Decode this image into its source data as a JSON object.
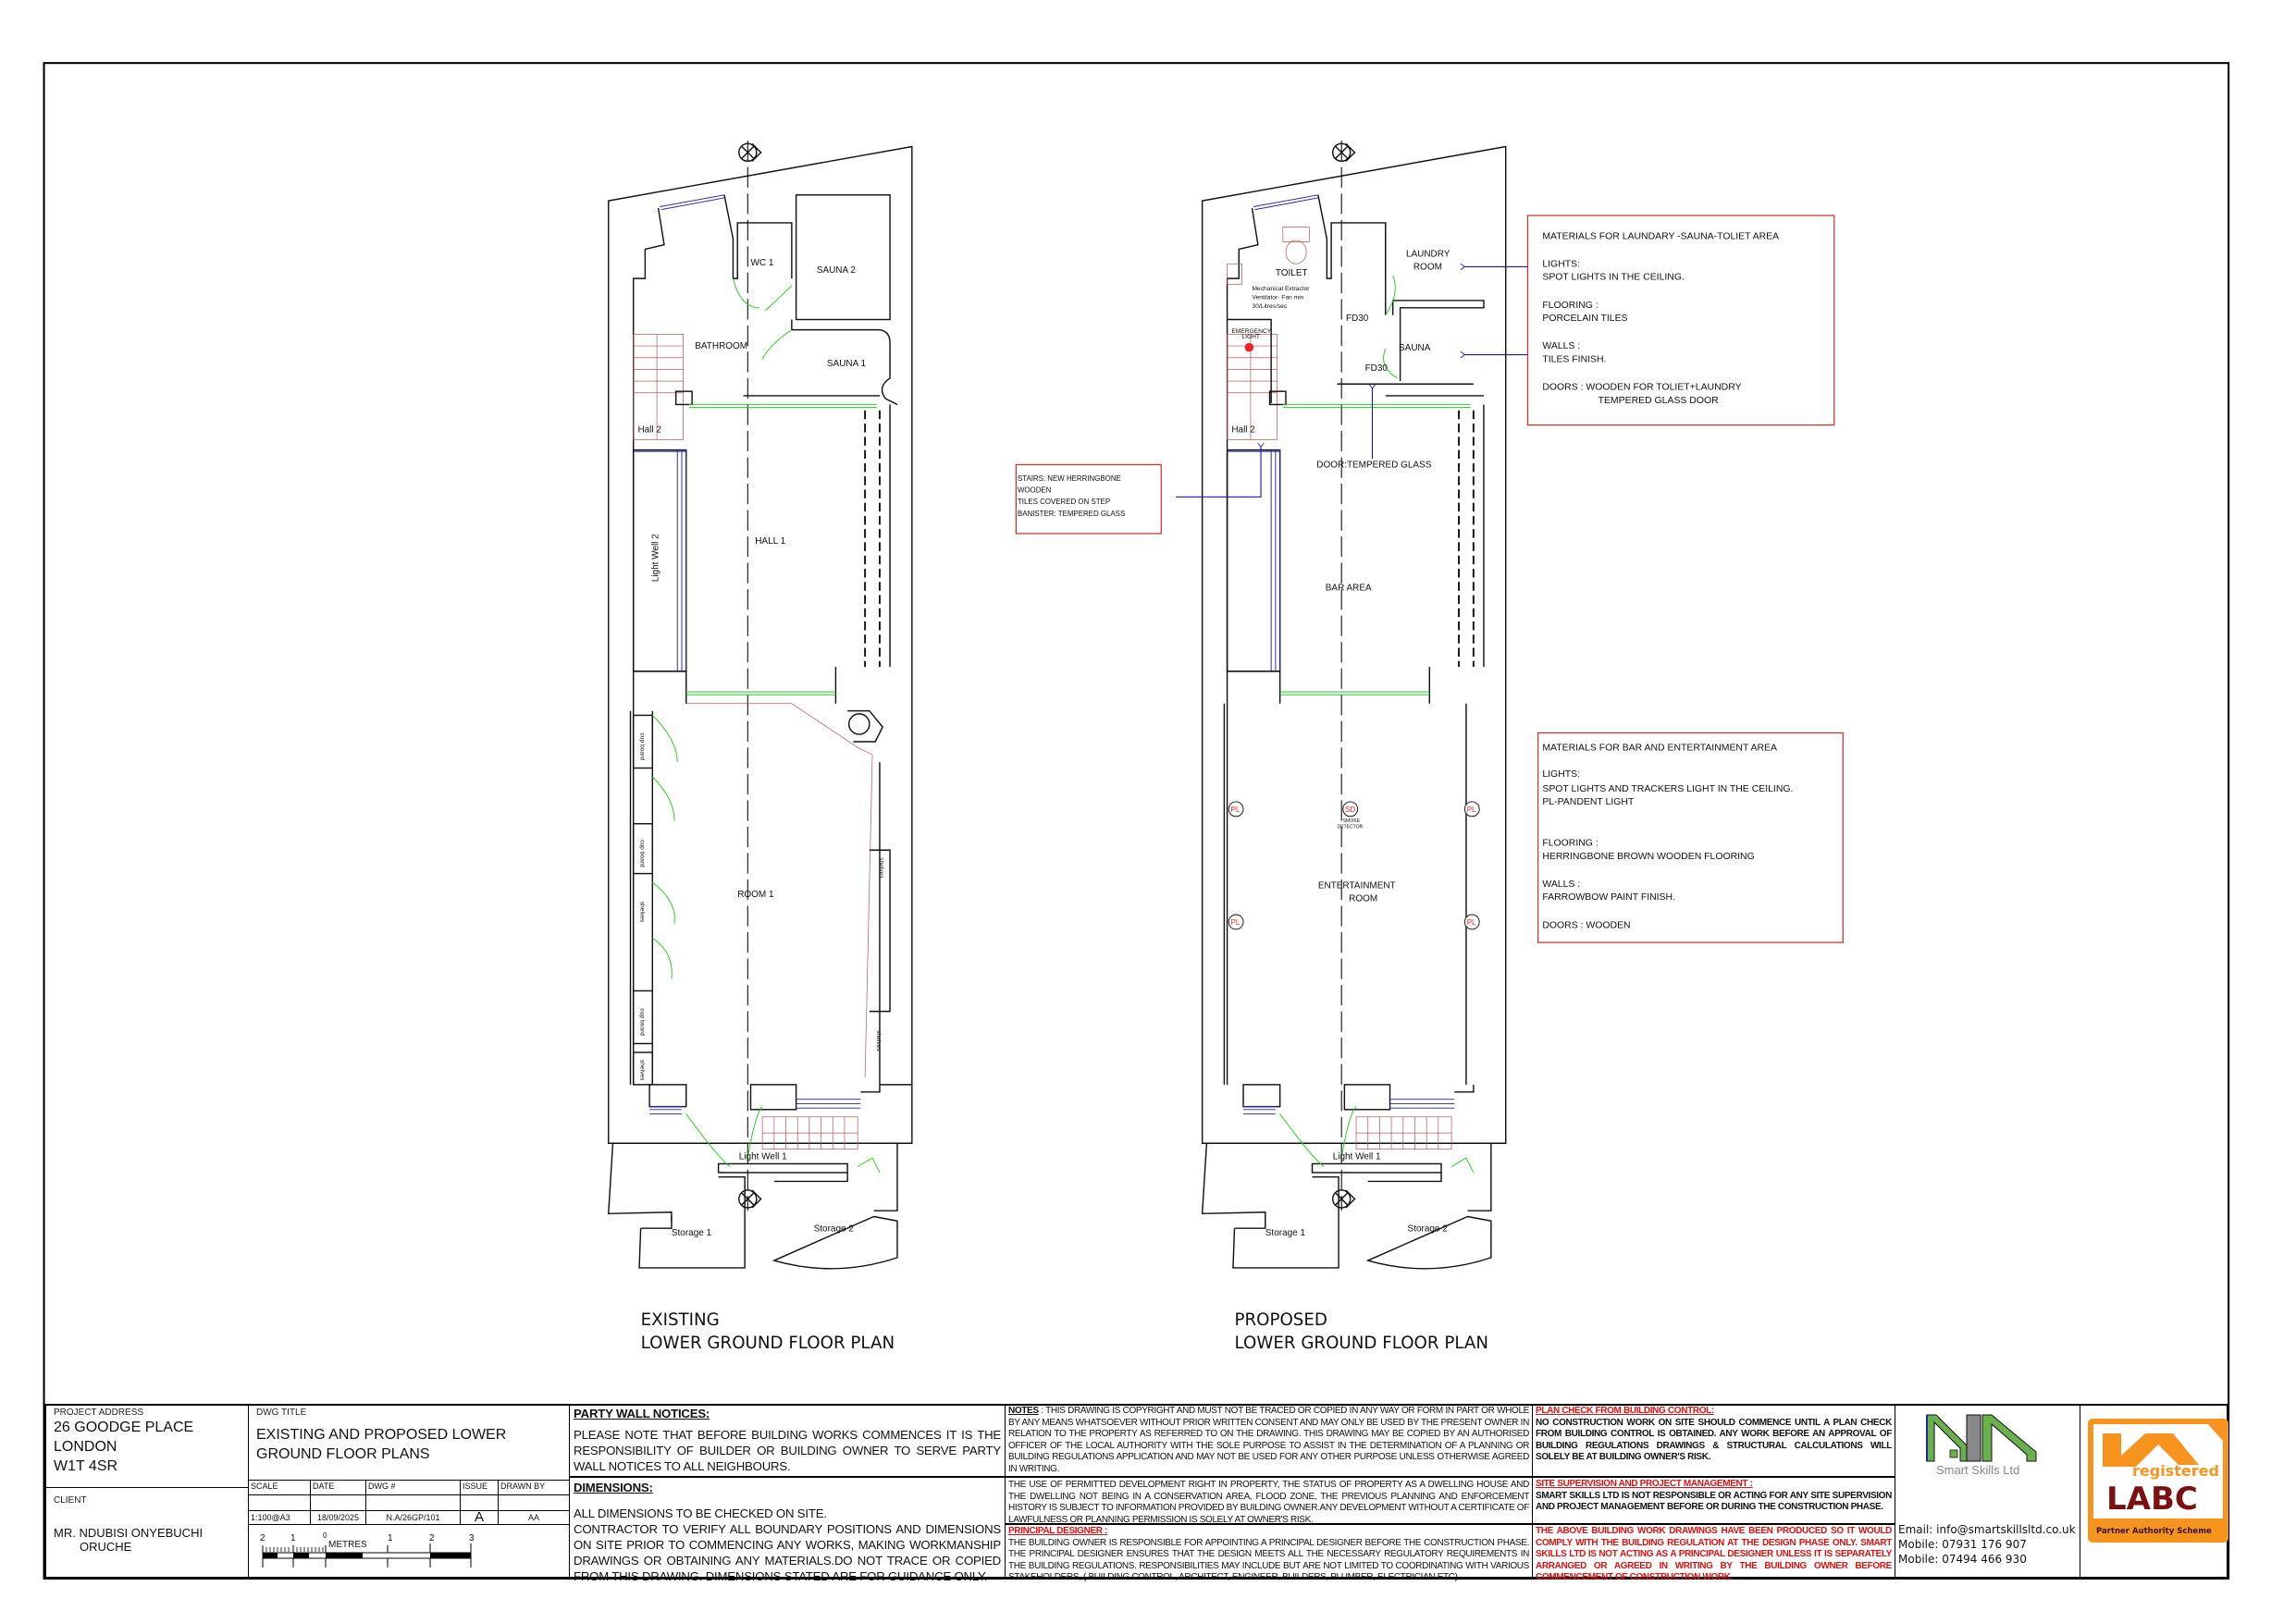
{
  "plans": {
    "existing": {
      "title_line1": "EXISTING",
      "title_line2": "LOWER GROUND FLOOR PLAN",
      "rooms": {
        "wc1": "WC 1",
        "sauna2": "SAUNA 2",
        "bathroom": "BATHROOM",
        "sauna1": "SAUNA 1",
        "hall2": "Hall 2",
        "light_well2": "Light Well 2",
        "hall1": "HALL 1",
        "room1": "ROOM 1",
        "light_well1": "Light Well 1",
        "storage1": "Storage 1",
        "storage2": "Storage 2"
      },
      "cupboard_label": "cup board",
      "shelves_label": "shelves"
    },
    "proposed": {
      "title_line1": "PROPOSED",
      "title_line2": "LOWER GROUND FLOOR PLAN",
      "rooms": {
        "toilet": "TOILET",
        "laundry_1": "LAUNDRY",
        "laundry_2": "ROOM",
        "sauna": "SAUNA",
        "fd30_a": "FD30",
        "fd30_b": "FD30",
        "hall2": "Hall 2",
        "door": "DOOR:TEMPERED GLASS",
        "bar": "BAR AREA",
        "ent_1": "ENTERTAINMENT",
        "ent_2": "ROOM",
        "light_well1": "Light Well 1",
        "storage1": "Storage 1",
        "storage2": "Storage 2"
      },
      "extractor": [
        "Mechanical Extractor",
        "Ventilator-  Fan min",
        "30/Litres/sec"
      ],
      "emergency": [
        "EMERGENCY",
        "LIGHT"
      ],
      "pendant_symbol": "PL",
      "smoke_symbol": "SD",
      "smoke_label": [
        "SMOKE",
        "DETECTOR"
      ]
    }
  },
  "notes": {
    "laundry": [
      "MATERIALS FOR LAUNDARY -SAUNA-TOLIET AREA",
      "LIGHTS:",
      "SPOT LIGHTS  IN THE CEILING.",
      "FLOORING :",
      "PORCELAIN TILES",
      "WALLS :",
      "TILES FINISH.",
      "DOORS : WOODEN FOR TOLIET+LAUNDRY",
      "TEMPERED GLASS DOOR"
    ],
    "stairs": [
      "STAIRS: NEW HERRINGBONE",
      "WOODEN",
      "TILES COVERED ON STEP",
      "BANISTER: TEMPERED GLASS"
    ],
    "bar": [
      "MATERIALS FOR BAR AND ENTERTAINMENT AREA",
      "LIGHTS:",
      "SPOT LIGHTS AND TRACKERS LIGHT IN THE CEILING.",
      "PL-PANDENT LIGHT",
      "FLOORING :",
      "HERRINGBONE BROWN WOODEN FLOORING",
      "WALLS :",
      "FARROWBOW PAINT FINISH.",
      "DOORS : WOODEN"
    ]
  },
  "title_block": {
    "project_address_caption": "PROJECT ADDRESS",
    "address": [
      "26 GOODGE PLACE",
      "LONDON",
      "W1T 4SR"
    ],
    "client_caption": "CLIENT",
    "client": [
      "MR. NDUBISI ONYEBUCHI",
      "ORUCHE"
    ],
    "dwg_title_caption": "DWG TITLE",
    "dwg_title": [
      "EXISTING AND PROPOSED LOWER",
      "GROUND FLOOR PLANS"
    ],
    "headers": [
      "SCALE",
      "DATE",
      "DWG #",
      "ISSUE",
      "DRAWN BY"
    ],
    "values": [
      "1:100@A3",
      "18/09/2025",
      "N.A/26GP/101",
      "A",
      "AA"
    ],
    "scale_bar": {
      "ticks": [
        "2",
        "1",
        "0",
        "1",
        "2",
        "3"
      ],
      "unit": "METRES"
    },
    "party_wall_heading": "PARTY WALL NOTICES:",
    "party_wall_text": "PLEASE NOTE THAT BEFORE BUILDING WORKS COMMENCES IT IS THE RESPONSIBILITY OF BUILDER OR BUILDING OWNER TO SERVE PARTY WALL NOTICES TO ALL NEIGHBOURS.",
    "dimensions_heading": "DIMENSIONS:",
    "dimensions_text_1": "ALL DIMENSIONS TO BE CHECKED ON SITE.",
    "dimensions_text_2": "CONTRACTOR TO VERIFY ALL BOUNDARY POSITIONS AND DIMENSIONS ON SITE PRIOR TO COMMENCING ANY WORKS, MAKING WORKMANSHIP DRAWINGS OR OBTAINING ANY MATERIALS.DO NOT TRACE OR COPIED FROM THIS DRAWING. DIMENSIONS STATED ARE FOR GUIDANCE ONLY.",
    "notes_heading": "NOTES",
    "notes_text": ": THIS DRAWING IS COPYRIGHT AND MUST NOT BE TRACED OR COPIED IN ANY WAY OR FORM IN PART OR WHOLE BY ANY MEANS WHATSOEVER WITHOUT PRIOR WRITTEN CONSENT AND MAY ONLY BE USED BY THE PRESENT OWNER IN RELATION TO THE PROPERTY AS REFERRED TO ON THE DRAWING. THIS DRAWING MAY BE COPIED BY AN AUTHORISED OFFICER OF THE LOCAL AUTHORITY WITH THE SOLE PURPOSE TO ASSIST IN THE DETERMINATION OF A PLANNING OR BUILDING REGULATIONS APPLICATION AND MAY NOT BE USED FOR ANY OTHER PURPOSE UNLESS OTHERWISE AGREED IN WRITING.",
    "permitted_text": "THE USE OF PERMITTED DEVELOPMENT RIGHT IN PROPERTY, THE STATUS OF PROPERTY AS A DWELLING HOUSE AND THE DWELLING NOT BEING IN A CONSERVATION AREA, FLOOD ZONE, THE PREVIOUS PLANNING AND ENFORCEMENT HISTORY IS SUBJECT TO INFORMATION PROVIDED BY BUILDING OWNER.ANY DEVELOPMENT WITHOUT A CERTIFICATE OF LAWFULNESS OR PLANNING PERMISSION IS SOLELY AT OWNER'S RISK.",
    "principal_heading": "PRINCIPAL DESIGNER :",
    "principal_text": "THE BUILDING OWNER IS RESPONSIBLE FOR APPOINTING A PRINCIPAL DESIGNER BEFORE THE CONSTRUCTION PHASE. THE PRINCIPAL DESIGNER ENSURES THAT THE DESIGN MEETS ALL THE NECESSARY REGULATORY REQUIREMENTS IN THE BUILDING REGULATIONS. RESPONSIBILITIES MAY INCLUDE BUT ARE NOT LIMITED TO COORDINATING WITH VARIOUS STAKEHOLDERS, ( BUILDING CONTROL, ARCHITECT, ENGINEER, BUILDERS, PLUMBER, ELECTRICIAN ETC)",
    "plan_check_heading": "PLAN CHECK FROM BUILDING CONTROL:",
    "plan_check_text": "NO CONSTRUCTION WORK ON SITE SHOULD COMMENCE UNTIL A PLAN CHECK FROM BUILDING CONTROL IS OBTAINED. ANY WORK BEFORE AN APPROVAL OF BUILDING REGULATIONS DRAWINGS & STRUCTURAL CALCULATIONS WILL SOLELY BE AT BUILDING OWNER'S RISK.",
    "supervision_heading": "SITE SUPERVISION AND PROJECT MANAGEMENT :",
    "supervision_text": "SMART SKILLS LTD IS NOT RESPONSIBLE OR ACTING FOR ANY SITE SUPERVISION AND PROJECT MANAGEMENT BEFORE OR DURING THE CONSTRUCTION PHASE.",
    "compliance_text": "THE ABOVE BUILDING WORK DRAWINGS HAVE BEEN PRODUCED SO IT WOULD COMPLY WITH THE BUILDING REGULATION AT THE DESIGN PHASE ONLY. SMART SKILLS LTD IS NOT ACTING AS A PRINCIPAL DESIGNER UNLESS IT IS SEPARATELY ARRANGED OR AGREED IN WRITING BY THE BUILDING OWNER BEFORE COMMENCEMENT OF CONSTRUCTION WORK.",
    "company_logo_text": "Smart Skills Ltd",
    "contact": [
      "Email: info@smartskillsltd.co.uk",
      "Mobile: 07931 176 907",
      "Mobile: 07494 466 930"
    ],
    "labc": {
      "registered": "registered",
      "name": "LABC",
      "scheme": "Partner Authority Scheme"
    }
  },
  "colors": {
    "note_border": "#cc3333",
    "leader": "#1a1aa0",
    "glazing": "#22aa22",
    "warning_text": "#dd1111",
    "labc_orange": "#f7941d",
    "labc_text": "#7a1010",
    "logo_green": "#6ab04c"
  }
}
